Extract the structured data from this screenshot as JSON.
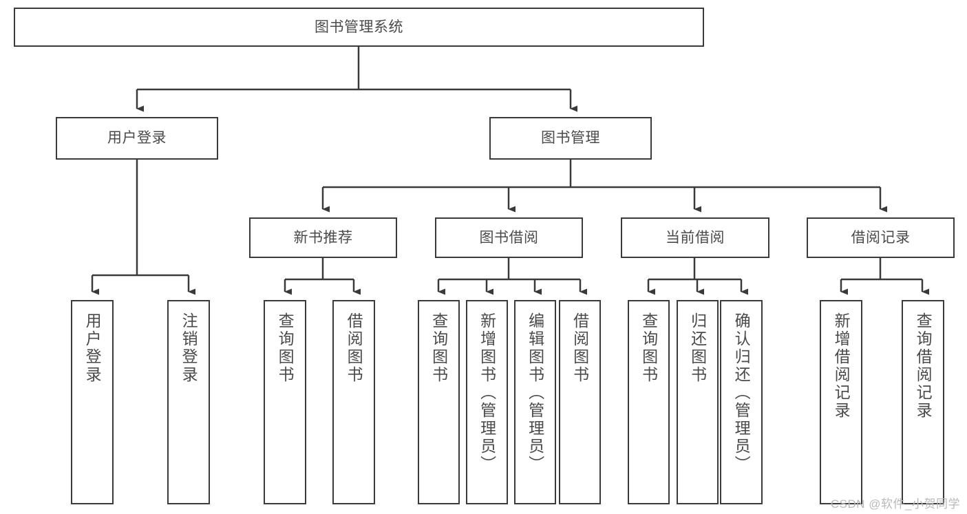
{
  "diagram": {
    "title": "图书管理系统",
    "type": "tree-hierarchy",
    "watermark": "CSDN @软件_小贺同学",
    "colors": {
      "border": "#3a3a3a",
      "text": "#4a4a4a",
      "background": "#ffffff",
      "watermark": "#b9b9b9"
    },
    "levels": {
      "root": {
        "label": "图书管理系统"
      },
      "level2": [
        {
          "label": "用户登录"
        },
        {
          "label": "图书管理"
        }
      ],
      "level3": [
        {
          "label": "新书推荐"
        },
        {
          "label": "图书借阅"
        },
        {
          "label": "当前借阅"
        },
        {
          "label": "借阅记录"
        }
      ],
      "leaves": {
        "user_login": [
          {
            "label": "用户登录"
          },
          {
            "label": "注销登录"
          }
        ],
        "new_book_recommend": [
          {
            "label": "查询图书"
          },
          {
            "label": "借阅图书"
          }
        ],
        "book_borrow": [
          {
            "label": "查询图书"
          },
          {
            "label": "新增图书（管理员）"
          },
          {
            "label": "编辑图书（管理员）"
          },
          {
            "label": "借阅图书"
          }
        ],
        "current_borrow": [
          {
            "label": "查询图书"
          },
          {
            "label": "归还图书"
          },
          {
            "label": "确认归还（管理员）"
          }
        ],
        "borrow_record": [
          {
            "label": "新增借阅记录"
          },
          {
            "label": "查询借阅记录"
          }
        ]
      }
    }
  }
}
